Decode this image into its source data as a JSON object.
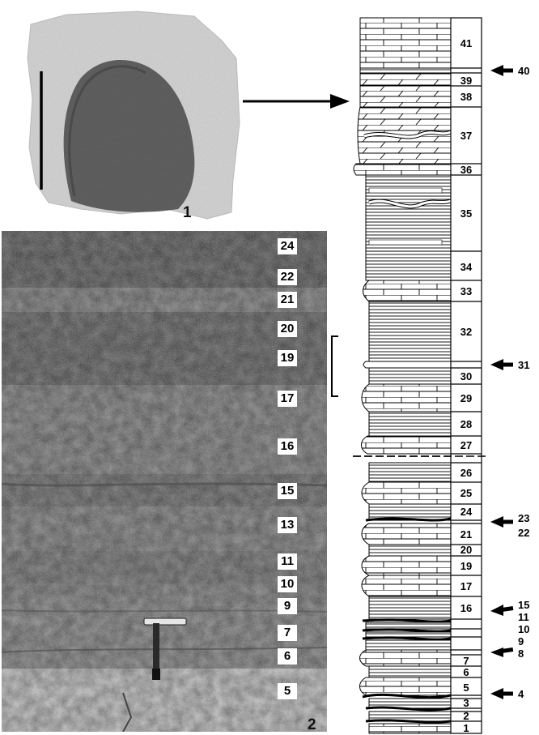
{
  "figure": {
    "part1_label": "1",
    "part2_label": "2"
  },
  "outcrop_bed_labels": [
    "24",
    "22",
    "21",
    "20",
    "19",
    "17",
    "16",
    "15",
    "13",
    "11",
    "10",
    "9",
    "7",
    "6",
    "5"
  ],
  "column_bed_numbers": [
    "41",
    "39",
    "38",
    "37",
    "36",
    "35",
    "34",
    "33",
    "32",
    "30",
    "29",
    "28",
    "27",
    "26",
    "25",
    "24",
    "21",
    "20",
    "19",
    "17",
    "16",
    "7",
    "6",
    "5",
    "3",
    "2",
    "1"
  ],
  "column_arrow_labels": [
    "40",
    "31",
    "23",
    "22",
    "15",
    "11",
    "10",
    "9",
    "8",
    "4"
  ]
}
